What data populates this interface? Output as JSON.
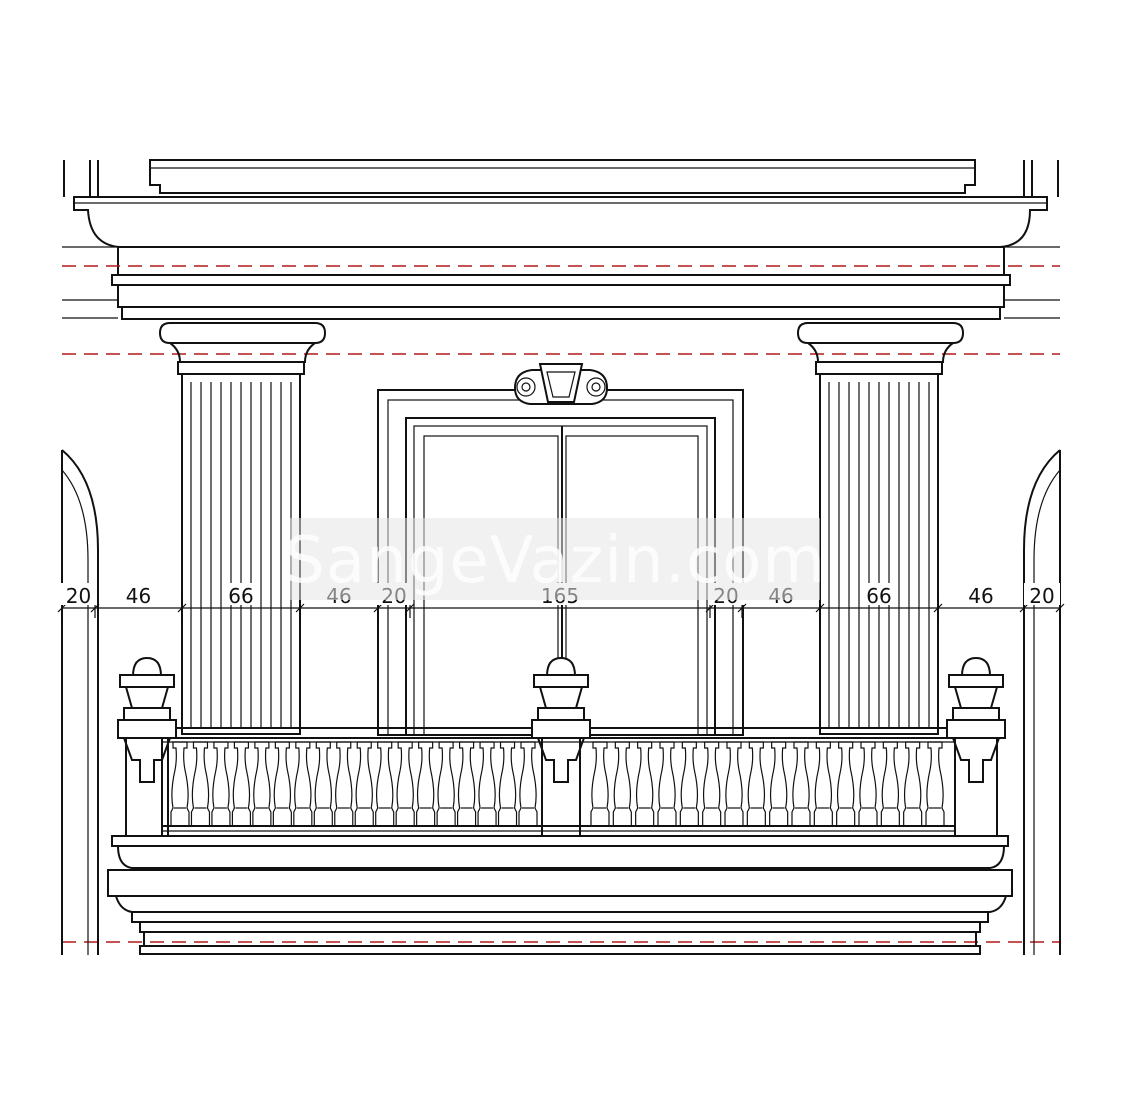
{
  "watermark": {
    "text": "SangeVazin.com"
  },
  "dimensions": [
    {
      "label": "20"
    },
    {
      "label": "46"
    },
    {
      "label": "66"
    },
    {
      "label": "46"
    },
    {
      "label": "20"
    },
    {
      "label": "165"
    },
    {
      "label": "20"
    },
    {
      "label": "46"
    },
    {
      "label": "66"
    },
    {
      "label": "46"
    },
    {
      "label": "20"
    }
  ],
  "colors": {
    "line": "#111111",
    "dashed_guide": "#b01c1c",
    "watermark_band": "#e6e6e6"
  },
  "balusters": {
    "left_count": 18,
    "right_count": 16
  }
}
